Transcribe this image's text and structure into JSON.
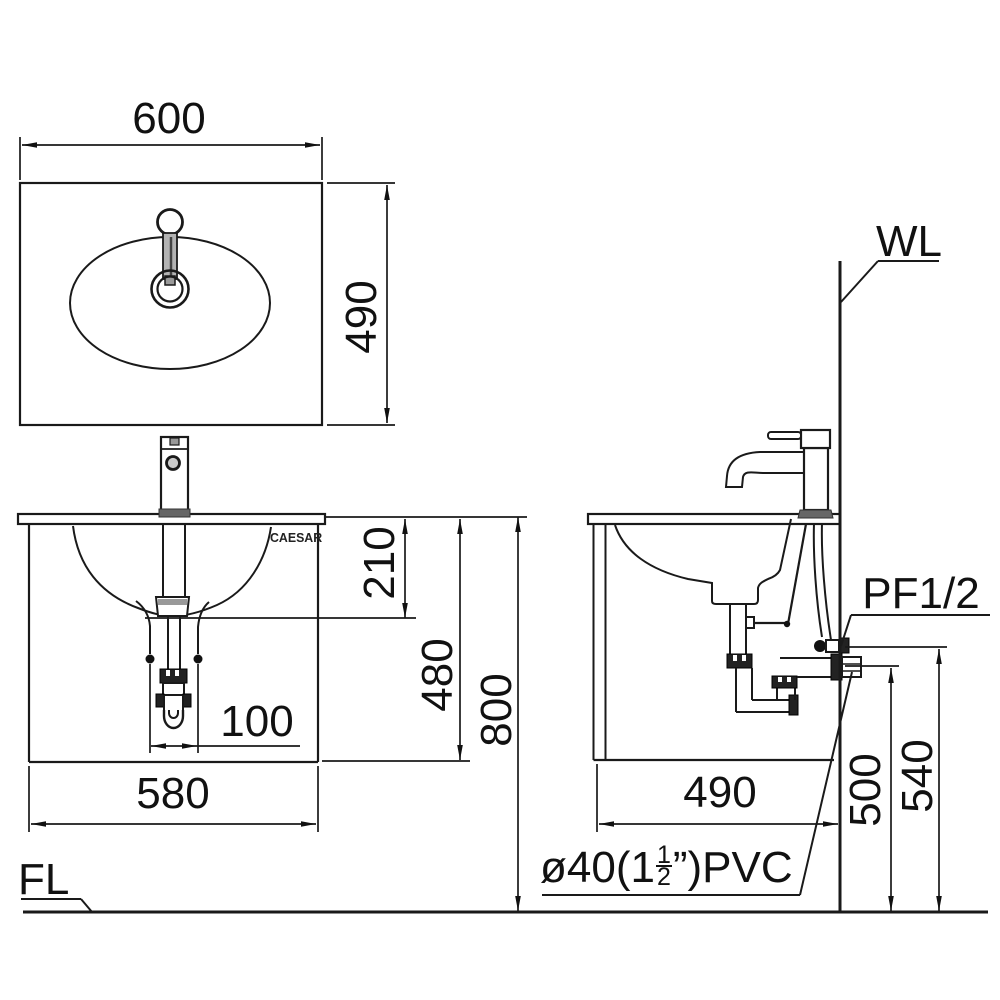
{
  "plan_view": {
    "width_dim": "600",
    "depth_dim": "490"
  },
  "front_view": {
    "brand": "CAESAR",
    "counter_to_trap_dim": "210",
    "cabinet_bottom_dim": "480",
    "counter_height_dim": "800",
    "trap_offset_dim": "100",
    "cabinet_width_dim": "580"
  },
  "side_view": {
    "wall_label": "WL",
    "supply_label": "PF1/2",
    "cabinet_depth_dim": "490",
    "drain_height_dim": "500",
    "supply_height_dim": "540"
  },
  "floor_label": "FL",
  "drain_pipe_label": {
    "prefix": "ø40(1",
    "numerator": "1",
    "denominator": "2",
    "suffix": "”)PVC"
  }
}
